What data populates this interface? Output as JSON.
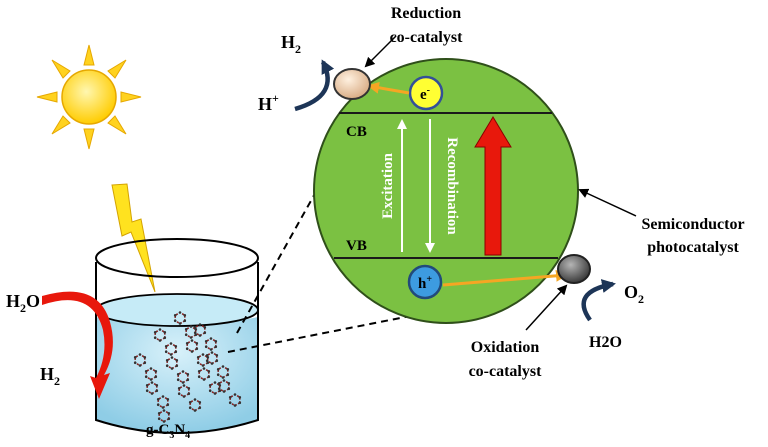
{
  "labels": {
    "reduction_line1": "Reduction",
    "reduction_line2": "co-catalyst",
    "h2_top": "H",
    "h2_top_sub": "2",
    "hplus": "H",
    "hplus_sup": "+",
    "electron": "e",
    "electron_sup": "-",
    "hole": "h",
    "hole_sup": "+",
    "cb": "CB",
    "vb": "VB",
    "excitation": "Excitation",
    "recombination": "Recombination",
    "semiconductor_line1": "Semiconductor",
    "semiconductor_line2": "photocatalyst",
    "o2": "O",
    "o2_sub": "2",
    "h2o_right": "H2O",
    "oxidation_line1": "Oxidation",
    "oxidation_line2": "co-catalyst",
    "h2o_left": "H",
    "h2o_left_sub": "2",
    "h2o_left_tail": "O",
    "h2_left": "H",
    "h2_left_sub": "2",
    "gcn_prefix": "g-C",
    "gcn_sub1": "3",
    "gcn_mid": "N",
    "gcn_sub2": "4"
  },
  "colors": {
    "sphere": "#7bc142",
    "sphere_edge": "#2f4f1a",
    "water": "#a9dcee",
    "sun": "#ffd21f",
    "red_arrow": "#e8180c",
    "curved_arrow": "#1d3557",
    "electron_fill": "#ffff33",
    "hole_fill": "#3d9be0",
    "orange_arrow": "#f5a623"
  }
}
